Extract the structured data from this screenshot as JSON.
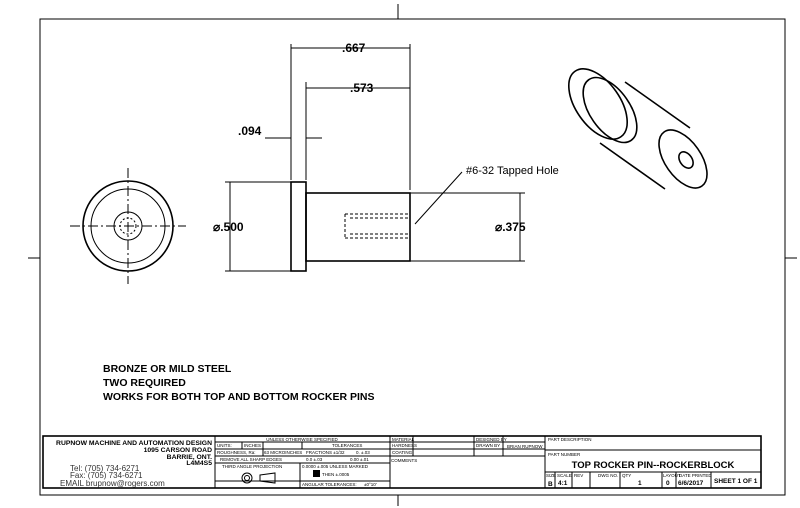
{
  "dimensions": {
    "overall": ".667",
    "body": ".573",
    "flange": ".094",
    "flange_dia": "⌀.500",
    "body_dia": "⌀.375",
    "hole_callout": "#6-32 Tapped Hole"
  },
  "notes": [
    "BRONZE OR MILD STEEL",
    "TWO REQUIRED",
    "WORKS FOR BOTH TOP AND BOTTOM ROCKER PINS"
  ],
  "company": {
    "name": "RUPNOW MACHINE AND AUTOMATION DESIGN",
    "address": "1095 CARSON ROAD",
    "city": "BARRIE, ONT.",
    "postal": "L4M4S5",
    "tel": "Tel: (705) 734-6271",
    "fax": "Fax: (705) 734-6271",
    "email": "EMAIL brupnow@rogers.com"
  },
  "tolerances": {
    "header": "UNLESS OTHERWISE SPECIFIED",
    "units_label": "UNITS:",
    "units_value": "INCHES",
    "roughness_label": "ROUGHNESS, Ra:",
    "roughness_value": "63 MICROINCHES",
    "tol_header": "TOLERANCES",
    "fractions": "FRACTIONS ±1/32",
    "t0": "0.   ±.03",
    "t1": "0.0   ±.03",
    "t2": "0.00   ±.01",
    "t3": "0.0000   ±.005 UNLESS MARKED",
    "t4": "THEN ±.0005",
    "sharp": "REMOVE ALL SHARP EDGES",
    "projection": "THIRD ANGLE PROJECTION",
    "angular": "ANGULAR TOLERANCES:",
    "angular_value": "±0°10'"
  },
  "info": {
    "material": "MATERIAL",
    "hardness": "HARDNESS",
    "coating": "COATING",
    "comments": "COMMENTS",
    "designed_by": "DESIGNED BY",
    "drawn_by": "DRAWN BY",
    "drawn_by_value": "BRIAN RUPNOW",
    "part_description": "PART DESCRIPTION",
    "part_number_label": "PART NUMBER",
    "part_number": "TOP ROCKER PIN--ROCKERBLOCK",
    "size_label": "SIZE",
    "size": "B",
    "scale_label": "SCALE",
    "scale": "4:1",
    "rev_label": "REV",
    "dwg_label": "DWG NO.",
    "qty_label": "QTY",
    "qty": "1",
    "layout_label": "LAYOUT",
    "layout": "0",
    "date_label": "DATE PRINTED",
    "date": "6/6/2017",
    "sheet": "SHEET 1 OF 1"
  }
}
